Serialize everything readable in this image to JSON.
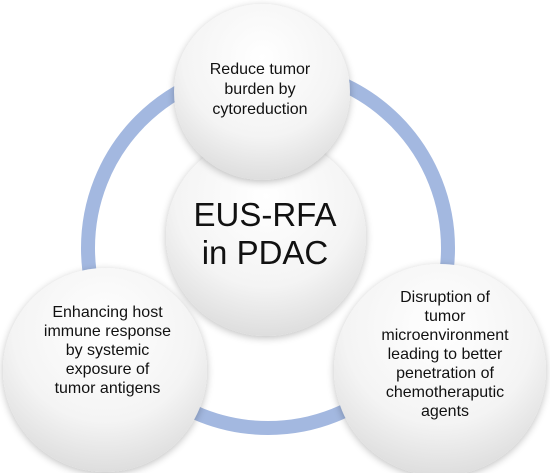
{
  "diagram": {
    "center_label": "EUS-RFA\nin PDAC",
    "nodes": [
      {
        "id": "top",
        "label": "Reduce tumor\nburden by\ncytoreduction"
      },
      {
        "id": "right",
        "label": "Disruption of\ntumor\nmicroenvironment\nleading to better\npenetration of\nchemotheraputic\nagents"
      },
      {
        "id": "left",
        "label": "Enhancing host\nimmune response\nby systemic\nexposure of\ntumor antigens"
      }
    ]
  },
  "colors": {
    "ring": "#a3b8e0",
    "ring_shadow": "#8ea6d4",
    "circle_fill_light": "#ffffff",
    "circle_fill_dark": "#e3e3e3"
  }
}
